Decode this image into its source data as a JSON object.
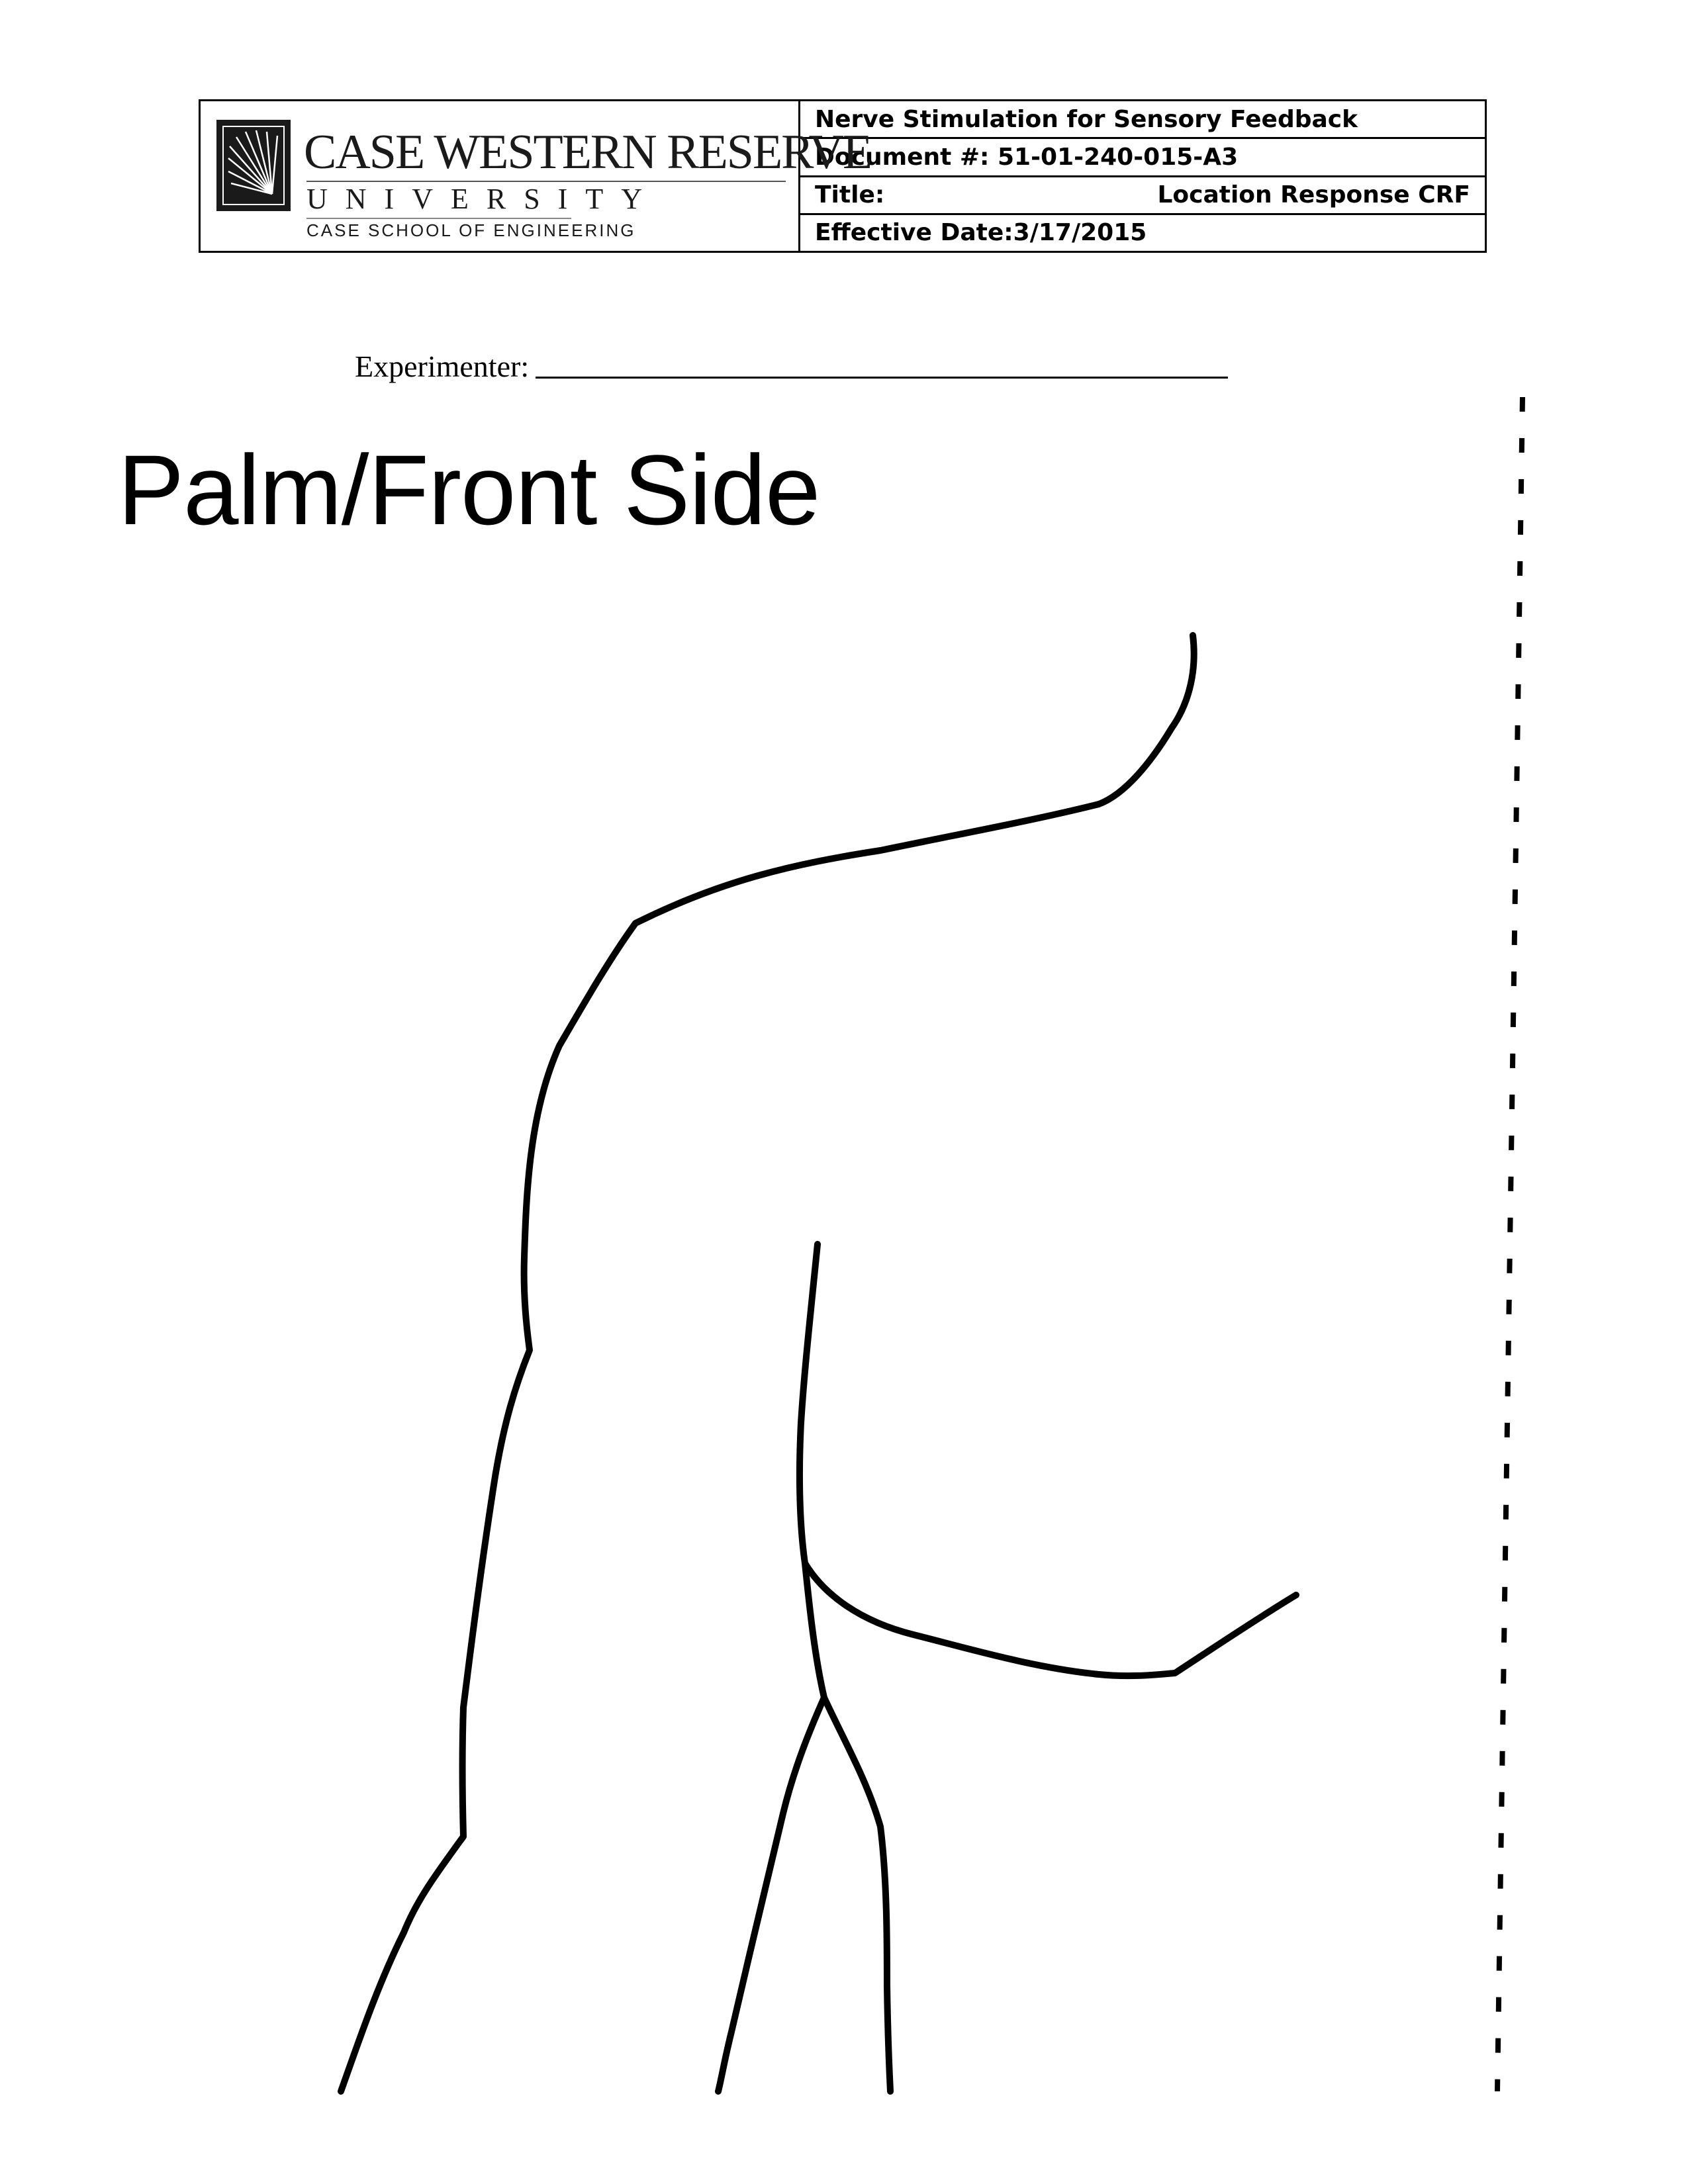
{
  "header": {
    "logo": {
      "name": "CASE WESTERN RESERVE",
      "university": "UNIVERSITY",
      "school": "CASE SCHOOL OF ENGINEERING"
    },
    "project": "Nerve Stimulation for Sensory Feedback",
    "document_number": "Document #: 51-01-240-015-A3",
    "title_label": "Title:",
    "title_value": "Location Response CRF",
    "effective_date": "Effective Date:3/17/2015"
  },
  "form": {
    "experimenter_label": "Experimenter:",
    "experimenter_value": ""
  },
  "section_title": "Palm/Front Side"
}
